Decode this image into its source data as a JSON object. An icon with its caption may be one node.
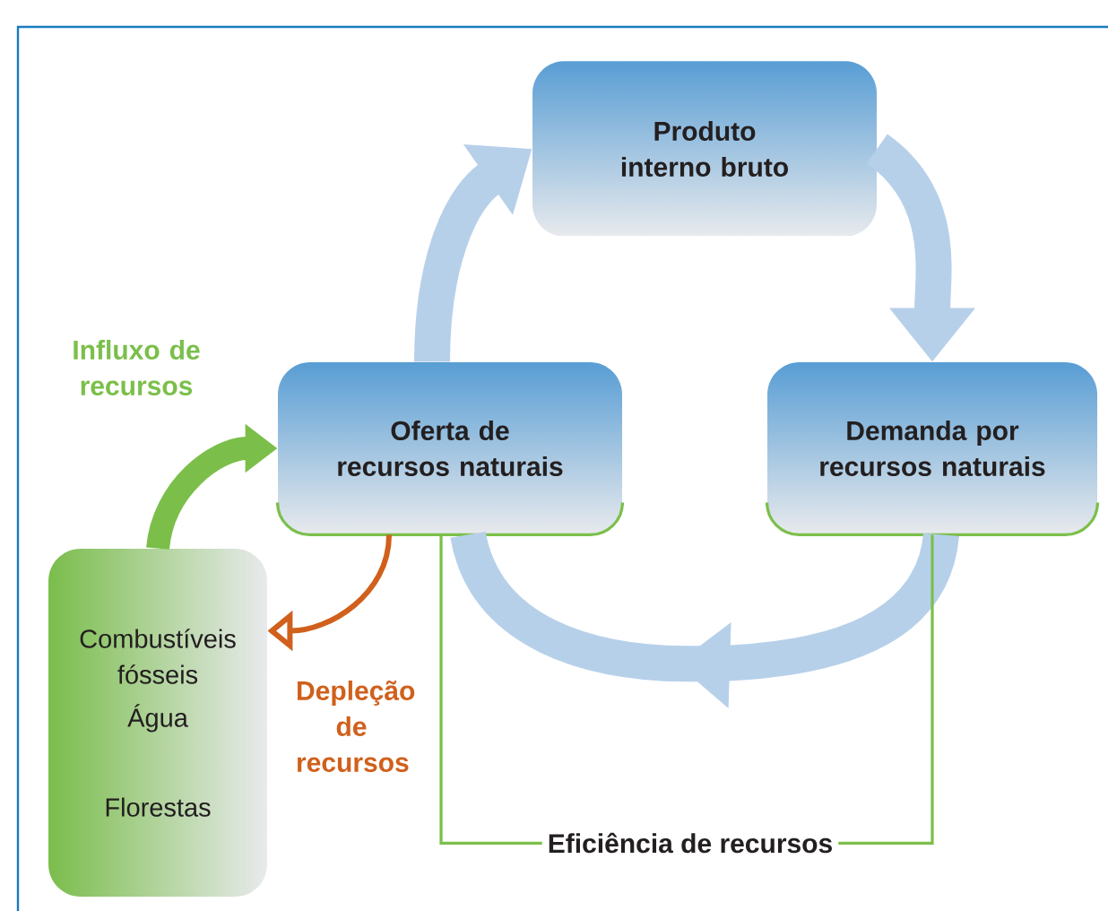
{
  "diagram": {
    "nodes": [
      {
        "text": [
          "Produto interno bruto"
        ]
      },
      {
        "text": [
          "Oferta de recursos naturais"
        ]
      },
      {
        "text": [
          "Demanda por recursos naturais"
        ]
      },
      {
        "text": [
          "Combustíveis fósseis",
          "Água",
          "Florestas"
        ]
      }
    ],
    "edges": [
      {
        "from": 1,
        "to": 0,
        "arrow": "to",
        "color": "#b7d0ea"
      },
      {
        "from": 0,
        "to": 2,
        "arrow": "to",
        "color": "#b7d0ea"
      },
      {
        "from": 2,
        "to": 1,
        "arrow": "to",
        "color": "#b7d0ea"
      },
      {
        "from": 3,
        "to": 1,
        "arrow": "to",
        "color": "#7bbf4a",
        "label": "Influxo de recursos"
      },
      {
        "from": 1,
        "to": 3,
        "arrow": "to",
        "color": "#d0601c",
        "label": "Depleção de recursos"
      },
      {
        "from": 1,
        "to": 2,
        "arrow": "none",
        "color": "#7bbf4a",
        "label": "Eficiência de recursos"
      }
    ]
  }
}
